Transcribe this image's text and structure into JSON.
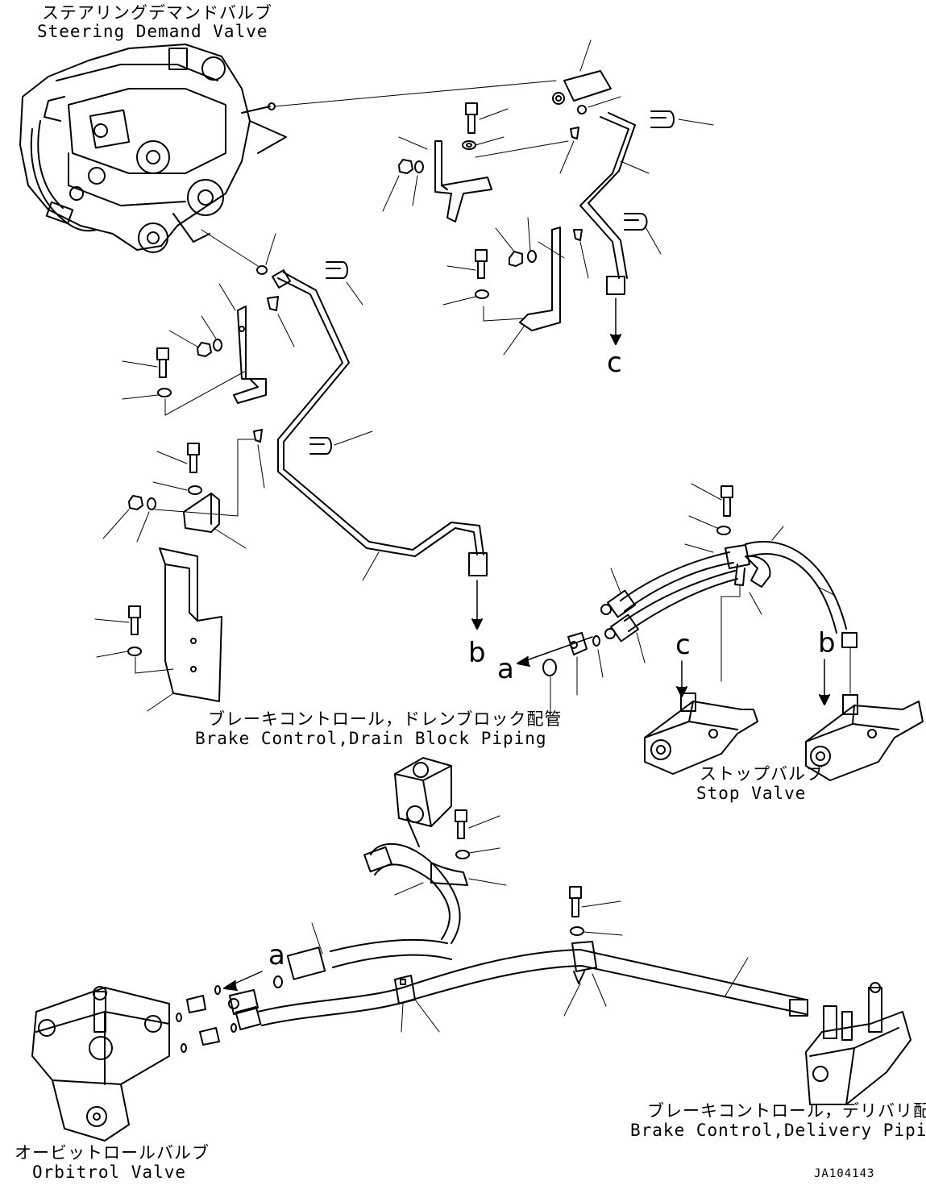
{
  "labels": {
    "steering_jp": "ステアリングデマンドバルブ",
    "steering_en": "Steering Demand Valve",
    "drain_jp": "ブレーキコントロール，ドレンブロック配管",
    "drain_en": "Brake Control,Drain Block Piping",
    "stop_jp": "ストップバルブ",
    "stop_en": "Stop Valve",
    "delivery_jp": "ブレーキコントロール，デリバリ配管",
    "delivery_en": "Brake Control,Delivery Piping",
    "orbitrol_jp": "オービットロールバルブ",
    "orbitrol_en": "Orbitrol Valve"
  },
  "connection_marks": {
    "c_top": "c",
    "b_mid": "b",
    "a_mid": "a",
    "c_stop": "c",
    "b_stop": "b",
    "a_bottom": "a"
  },
  "drawing_code": "JA104143"
}
